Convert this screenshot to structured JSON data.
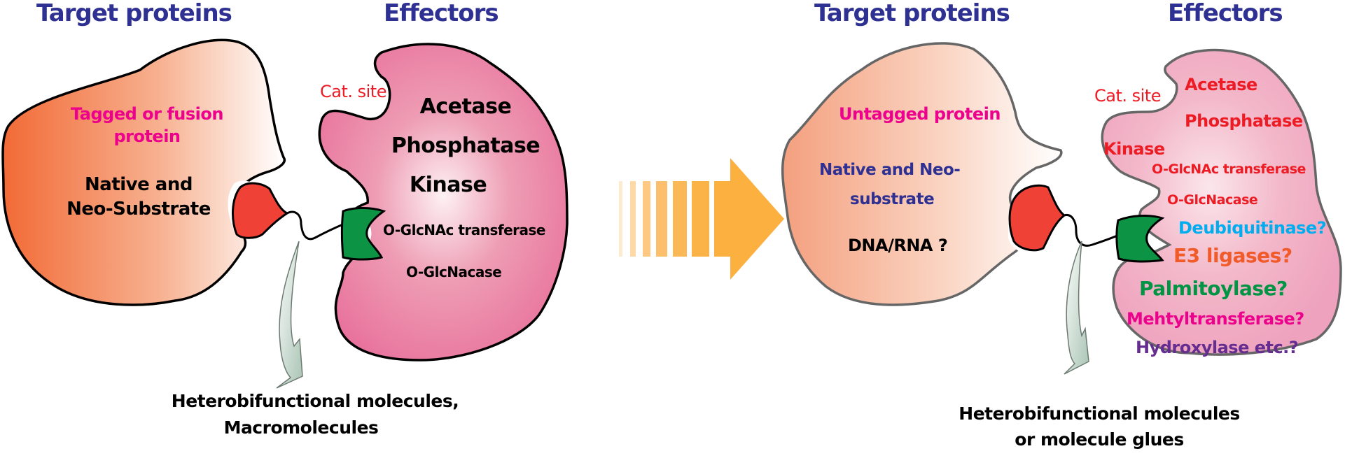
{
  "colors": {
    "header": "#2e3192",
    "magenta": "#ec008c",
    "red": "#ed1c24",
    "cyan": "#00aeef",
    "orange": "#f15a29",
    "green": "#009444",
    "purple": "#662d91",
    "black": "#000000",
    "arrow_orange": "#fbb040",
    "target_gradient_start": "#f26a36",
    "effector_pink": "#e86f9a",
    "warhead_red": "#ef4136",
    "ligand_green": "#0c9444"
  },
  "left_panel": {
    "target_header": "Target proteins",
    "effector_header": "Effectors",
    "target_label_1": "Tagged or fusion",
    "target_label_2": "protein",
    "target_substrate_1": "Native and",
    "target_substrate_2": "Neo-Substrate",
    "cat_site": "Cat. site",
    "effectors": [
      "Acetase",
      "Phosphatase",
      "Kinase",
      "O-GlcNAc transferase",
      "O-GlcNacase"
    ],
    "molecule_label_1": "Heterobifunctional molecules,",
    "molecule_label_2": "Macromolecules"
  },
  "transition_arrow": {
    "icon": "right-arrow-icon"
  },
  "right_panel": {
    "target_header": "Target proteins",
    "effector_header": "Effectors",
    "target_label": "Untagged protein",
    "target_substrate_1": "Native and Neo-",
    "target_substrate_2": "substrate",
    "target_nucleic": "DNA/RNA ?",
    "cat_site": "Cat. site",
    "effectors_known": [
      "Acetase",
      "Phosphatase",
      "Kinase",
      "O-GlcNAc transferase",
      "O-GlcNacase"
    ],
    "effectors_proposed": [
      {
        "label": "Deubiquitinase?",
        "color": "#00aeef"
      },
      {
        "label": "E3 ligases?",
        "color": "#f15a29"
      },
      {
        "label": "Palmitoylase?",
        "color": "#009444"
      },
      {
        "label": "Mehtyltransferase?",
        "color": "#ec008c"
      },
      {
        "label": "Hydroxylase etc.?",
        "color": "#662d91"
      }
    ],
    "molecule_label_1": "Heterobifunctional molecules",
    "molecule_label_2": "or molecule glues"
  }
}
